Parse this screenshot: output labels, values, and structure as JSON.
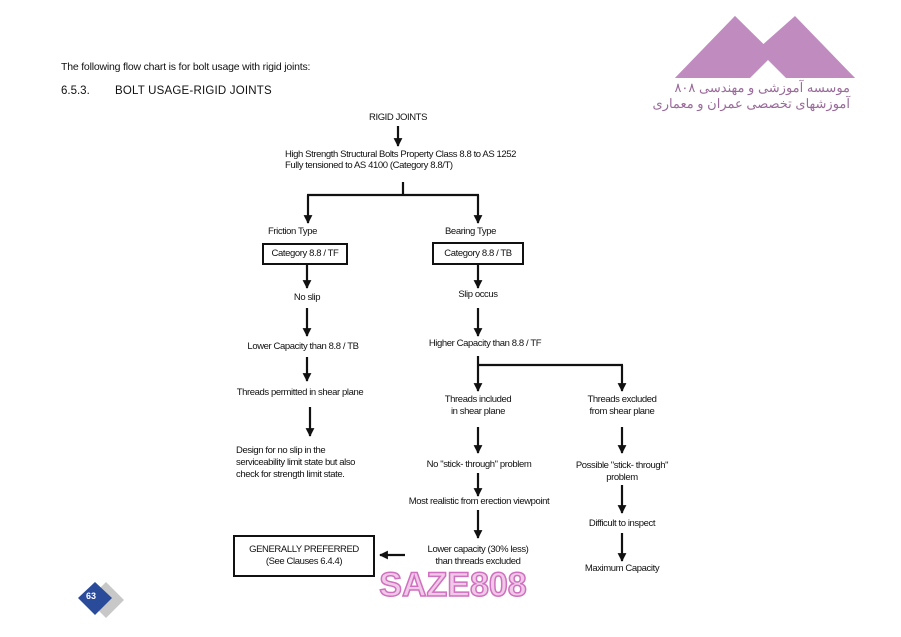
{
  "intro_text": "The following flow chart is for bolt usage with rigid joints:",
  "section": {
    "number": "6.5.3.",
    "title": "BOLT USAGE-RIGID JOINTS"
  },
  "logo": {
    "line1": "موسسه آموزشی و مهندسی ۸۰۸",
    "line2": "آموزشهای تخصصی عمران و معماری",
    "color": "#c08cc0"
  },
  "flowchart": {
    "root": "RIGID JOINTS",
    "spec_line1": "High Strength Structural Bolts Property Class 8.8 to AS 1252",
    "spec_line2": "Fully tensioned to AS 4100 (Category 8.8/T)",
    "friction": {
      "type": "Friction Type",
      "category": "Category 8.8 / TF",
      "slip": "No slip",
      "capacity": "Lower Capacity than 8.8 / TB",
      "threads": "Threads permitted in shear plane",
      "design1": "Design for no slip in the",
      "design2": "serviceability limit state but also",
      "design3": "check for strength limit state."
    },
    "bearing": {
      "type": "Bearing Type",
      "category": "Category 8.8 / TB",
      "slip": "Slip occus",
      "capacity": "Higher Capacity  than 8.8 / TF",
      "included": {
        "title1": "Threads included",
        "title2": "in shear plane",
        "problem": "No \"stick- through\" problem",
        "realistic": "Most realistic from erection viewpoint",
        "lower1": "Lower capacity (30% less)",
        "lower2": "than threads excluded"
      },
      "excluded": {
        "title1": "Threads excluded",
        "title2": "from shear plane",
        "problem1": "Possible \"stick- through\"",
        "problem2": "problem",
        "inspect": "Difficult to inspect",
        "capacity": "Maximum Capacity"
      }
    },
    "preferred1": "GENERALLY PREFERRED",
    "preferred2": "(See Clauses 6.4.4)"
  },
  "watermark": "SAZE808",
  "page_number": "63"
}
